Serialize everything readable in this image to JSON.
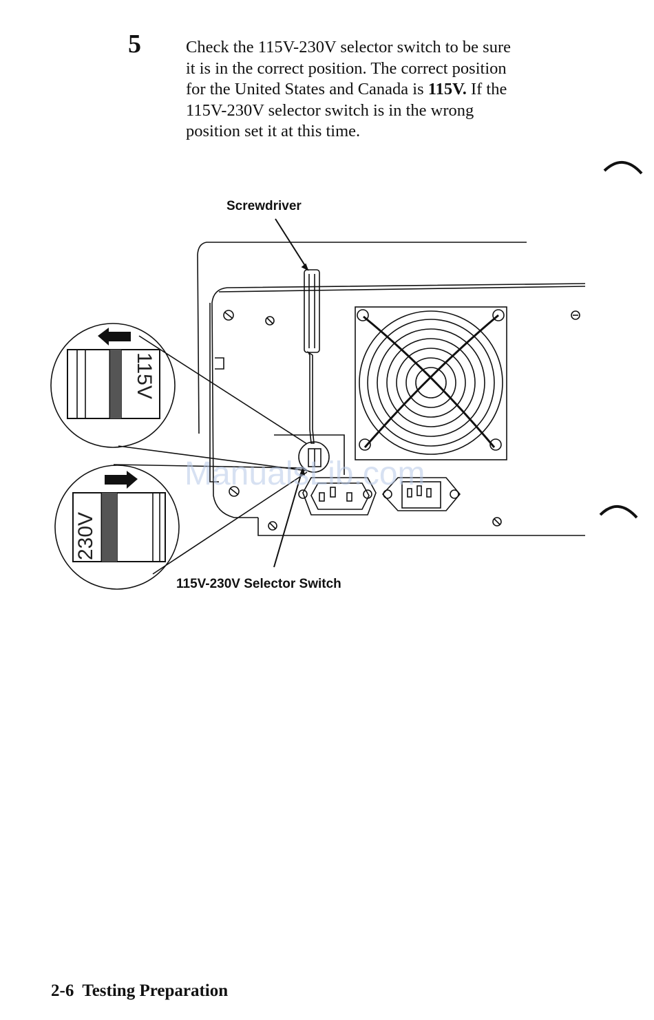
{
  "step": {
    "number": "5",
    "lines": [
      "Check the 115V-230V selector switch to be sure",
      "it is in the correct position.  The correct position",
      "position set it at this time."
    ],
    "line3_pre": "for the United States and Canada is ",
    "line3_bold": "115V.",
    "line3_post": " If the",
    "line4": "115V-230V selector switch is in the wrong"
  },
  "figure": {
    "label_screwdriver": "Screwdriver",
    "label_selector_switch": "115V-230V Selector Switch",
    "switch_115": "115V",
    "switch_230": "230V"
  },
  "watermark": "ManualsLib.com",
  "footer": {
    "page_number": "2-6",
    "section": "Testing Preparation"
  }
}
